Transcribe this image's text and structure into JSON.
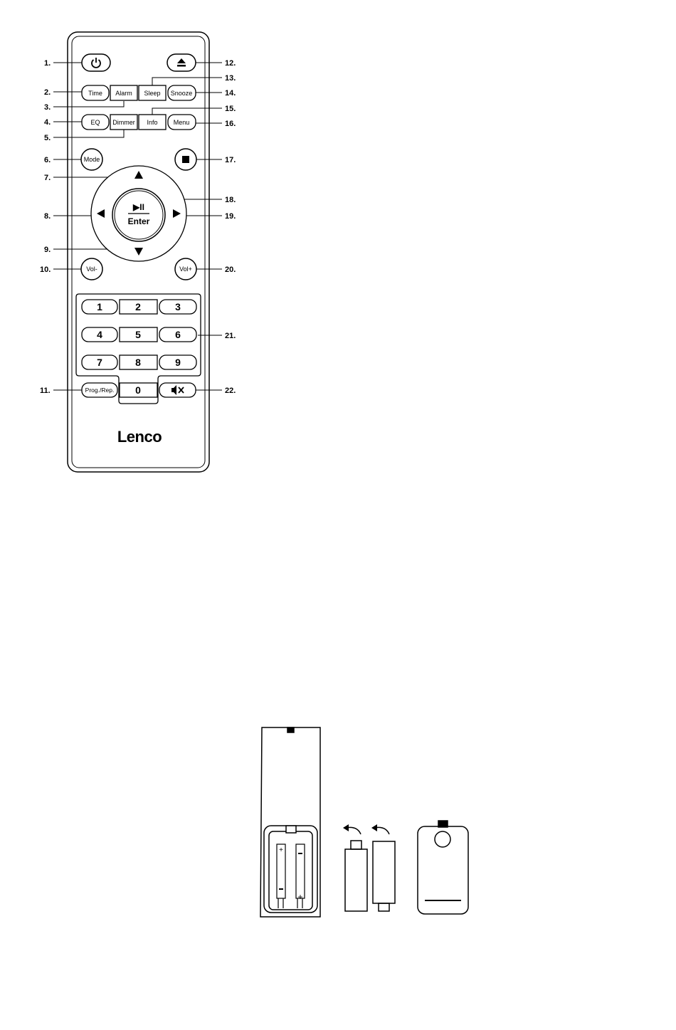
{
  "remote": {
    "brand": "Lenco",
    "buttons": {
      "time": "Time",
      "alarm": "Alarm",
      "sleep": "Sleep",
      "snooze": "Snooze",
      "eq": "EQ",
      "dimmer": "Dimmer",
      "info": "Info",
      "menu": "Menu",
      "mode": "Mode",
      "play_pause": "▶II",
      "enter": "Enter",
      "vol_minus": "Vol-",
      "vol_plus": "Vol+",
      "prog_rep": "Prog./Rep.",
      "digits": [
        "1",
        "2",
        "3",
        "4",
        "5",
        "6",
        "7",
        "8",
        "9",
        "0"
      ]
    },
    "callouts": {
      "n1": "1.",
      "n2": "2.",
      "n3": "3.",
      "n4": "4.",
      "n5": "5.",
      "n6": "6.",
      "n7": "7.",
      "n8": "8.",
      "n9": "9.",
      "n10": "10.",
      "n11": "11.",
      "n12": "12.",
      "n13": "13.",
      "n14": "14.",
      "n15": "15.",
      "n16": "16.",
      "n17": "17.",
      "n18": "18.",
      "n19": "19.",
      "n20": "20.",
      "n21": "21.",
      "n22": "22."
    },
    "icons": {
      "power": "power-icon",
      "eject": "eject-icon",
      "stop": "stop-icon",
      "up": "arrow-up-icon",
      "down": "arrow-down-icon",
      "left": "arrow-left-icon",
      "right": "arrow-right-icon",
      "mute": "mute-icon"
    }
  },
  "battery_section": {
    "steps": [
      "remote-back-open",
      "batteries-insert",
      "cover-close"
    ]
  }
}
